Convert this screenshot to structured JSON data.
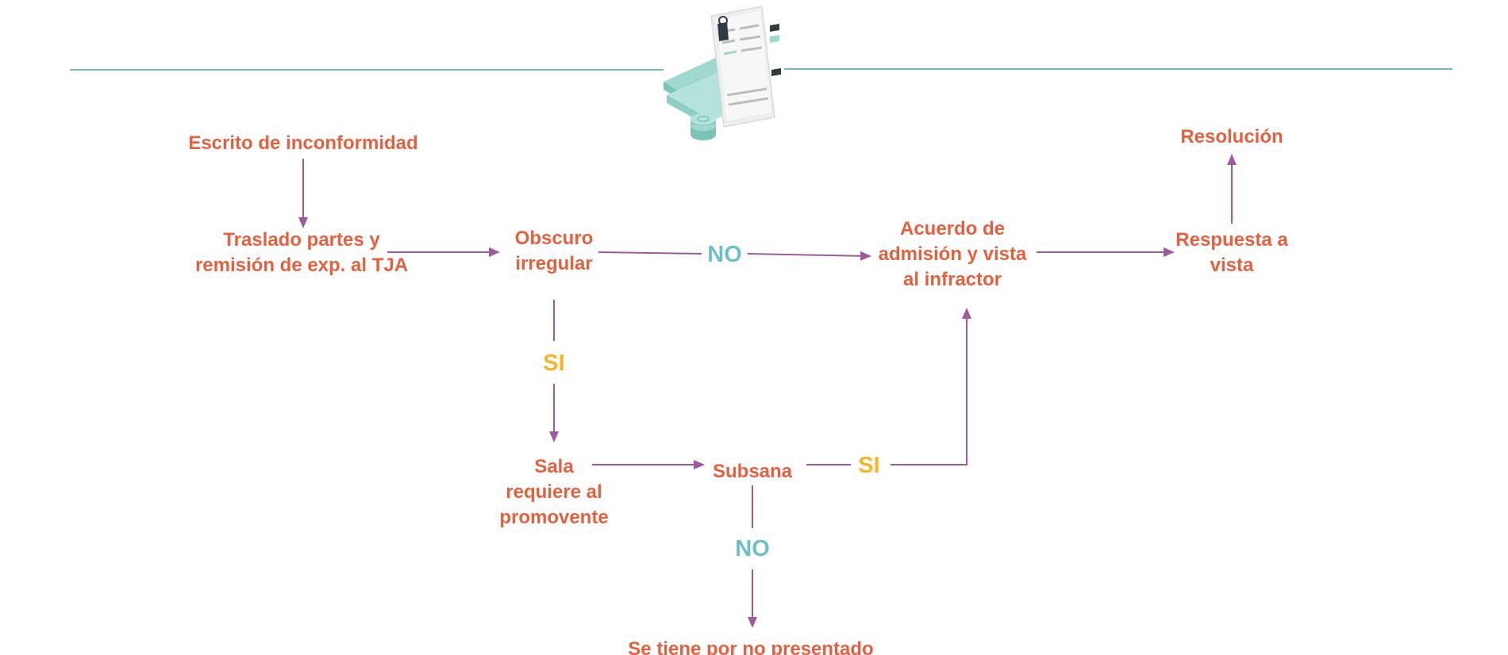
{
  "colors": {
    "node_text": "#e4603e",
    "arrow": "#a0599c",
    "label_no": "#6fbfc9",
    "label_si": "#f7b52c",
    "divider": "#6fbcbc",
    "illustration_teal": "#9fd8cf",
    "illustration_paper": "#f2f2f2",
    "illustration_dark": "#2e3b40"
  },
  "header": {
    "illustration_icon": "document-stack-icon"
  },
  "nodes": {
    "escrito": {
      "lines": [
        "Escrito de inconformidad"
      ]
    },
    "traslado": {
      "lines": [
        "Traslado partes y",
        "remisión de exp. al TJA"
      ]
    },
    "obscuro": {
      "lines": [
        "Obscuro",
        "irregular"
      ]
    },
    "acuerdo": {
      "lines": [
        "Acuerdo de",
        "admisión y vista",
        "al infractor"
      ]
    },
    "respuesta": {
      "lines": [
        "Respuesta a",
        "vista"
      ]
    },
    "resolucion": {
      "lines": [
        "Resolución"
      ]
    },
    "sala": {
      "lines": [
        "Sala",
        "requiere al",
        "promovente"
      ]
    },
    "subsana": {
      "lines": [
        "Subsana"
      ]
    },
    "no_presentado": {
      "lines": [
        "Se tiene por no presentado"
      ]
    }
  },
  "edge_labels": {
    "obscuro_no": "NO",
    "obscuro_si": "SI",
    "subsana_si": "SI",
    "subsana_no": "NO"
  }
}
